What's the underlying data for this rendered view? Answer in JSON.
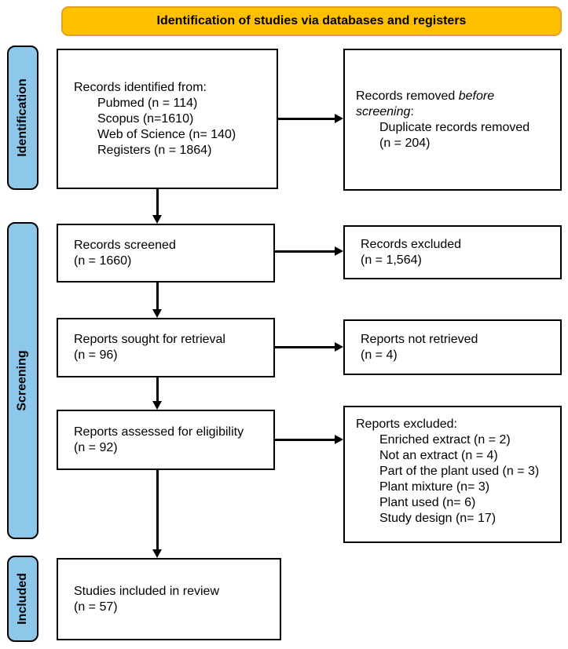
{
  "banner": {
    "label": "Identification of studies via databases and registers"
  },
  "colors": {
    "banner_fill": "#FFC000",
    "banner_border": "#E2A024",
    "stage_fill": "#8DC7EA",
    "line": "#000000"
  },
  "stages": [
    {
      "label": "Identification"
    },
    {
      "label": "Screening"
    },
    {
      "label": "Included"
    }
  ],
  "boxes": {
    "identified": {
      "title": "Records identified from:",
      "items": [
        "Pubmed (n = 114)",
        "Scopus (n=1610)",
        "Web of Science (n= 140)",
        "Registers (n = 1864)"
      ]
    },
    "removed": {
      "line1_prefix": "Records removed ",
      "line1_italic": "before",
      "line2_italic": "screening",
      "line2_suffix": ":",
      "item_line1": "Duplicate records removed",
      "item_line2": "(n = 204)"
    },
    "screened": {
      "line1": "Records screened",
      "line2": "(n = 1660)"
    },
    "records_excluded": {
      "line1": "Records excluded",
      "line2": "(n = 1,564)"
    },
    "sought": {
      "line1": "Reports sought for retrieval",
      "line2": "(n = 96)"
    },
    "not_retrieved": {
      "line1": "Reports not retrieved",
      "line2": "(n = 4)"
    },
    "assessed": {
      "line1": "Reports assessed for eligibility",
      "line2": "(n = 92)"
    },
    "reports_excluded": {
      "title": "Reports excluded:",
      "items": [
        "Enriched extract (n = 2)",
        "Not an extract (n = 4)",
        "Part of the plant used (n = 3)",
        "Plant mixture (n= 3)",
        "Plant used (n= 6)",
        "Study design (n= 17)"
      ]
    },
    "included_studies": {
      "line1": "Studies included in review",
      "line2": "(n = 57)"
    }
  }
}
